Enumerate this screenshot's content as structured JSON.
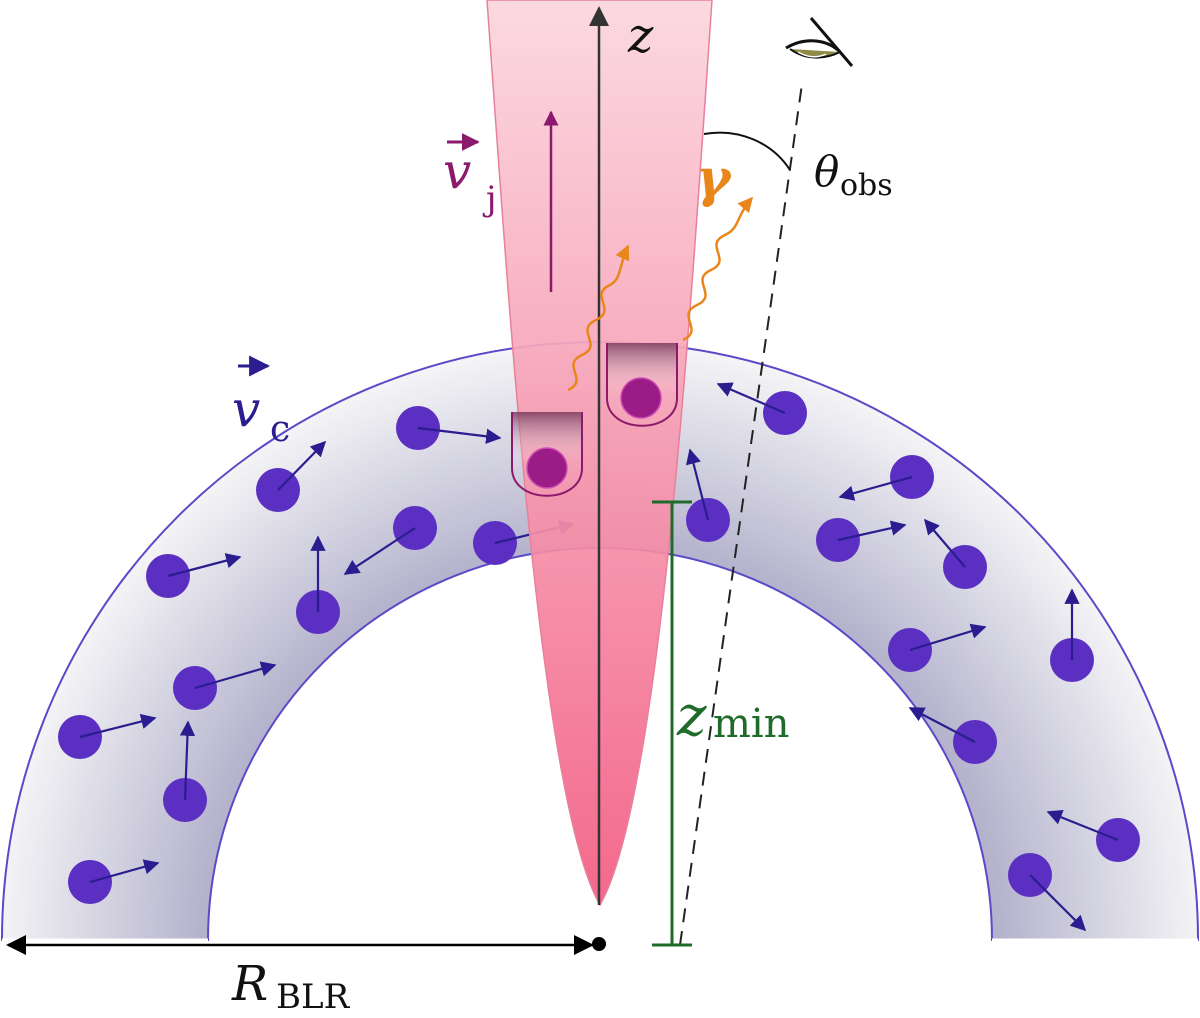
{
  "colors": {
    "jet_top": "#fbd6de",
    "jet_bottom": "#f25c82",
    "jet_edge": "#e8809a",
    "ring_outline": "#5a4ac8",
    "ring_fill_light": "#f4f4f6",
    "ring_fill_dark": "#b4b2cc",
    "cloud": "#5a2fc2",
    "cloud_arrow": "#2b1d8f",
    "blob": "#9b1c86",
    "jet_velocity": "#8b1a6c",
    "photon": "#e8861a",
    "zmin": "#1f6b2a",
    "axis": "#333333"
  },
  "labels": {
    "z_axis": "z",
    "v_jet": "v",
    "v_jet_sub": "j",
    "v_cloud": "v",
    "v_cloud_sub": "c",
    "gamma": "γ",
    "theta": "θ",
    "theta_sub": "obs",
    "zmin": "z",
    "zmin_sub": "min",
    "rblr": "R",
    "rblr_sub": "BLR"
  },
  "icons": {
    "observer": "eye-icon"
  }
}
